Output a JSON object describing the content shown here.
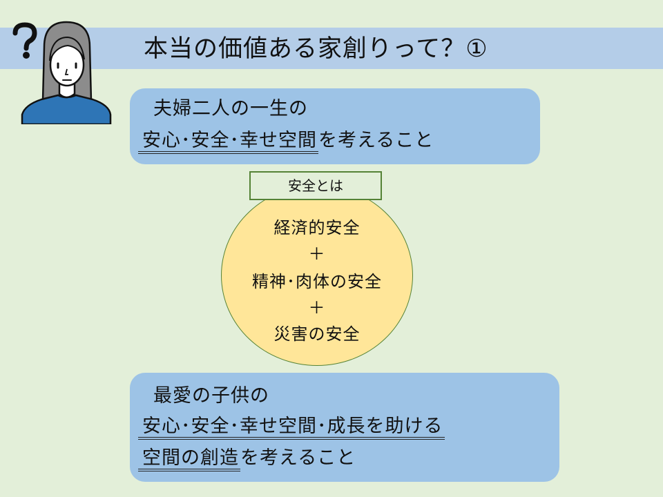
{
  "title": "本当の価値ある家創りって？①",
  "box1": {
    "line1": "夫婦二人の一生の",
    "line2_underlined": "安心･安全･幸せ空間",
    "line2_rest": "を考えること"
  },
  "circle": {
    "tag": "安全とは",
    "line1": "経済的安全",
    "plus1": "＋",
    "line2": "精神･肉体の安全",
    "plus2": "＋",
    "line3": "災害の安全"
  },
  "box2": {
    "line1": "最愛の子供の",
    "line2_underlined": "安心･安全･幸せ空間･成長を助ける",
    "line3_underlined": "空間の創造",
    "line3_rest": "を考えること"
  },
  "colors": {
    "background": "#e3efd9",
    "title_bar": "#b4cde8",
    "box": "#9dc3e6",
    "circle_fill": "#ffe699",
    "green_border": "#548235",
    "shirt": "#2e75b6"
  },
  "icons": [
    "question-mark-icon",
    "woman-avatar-icon"
  ]
}
